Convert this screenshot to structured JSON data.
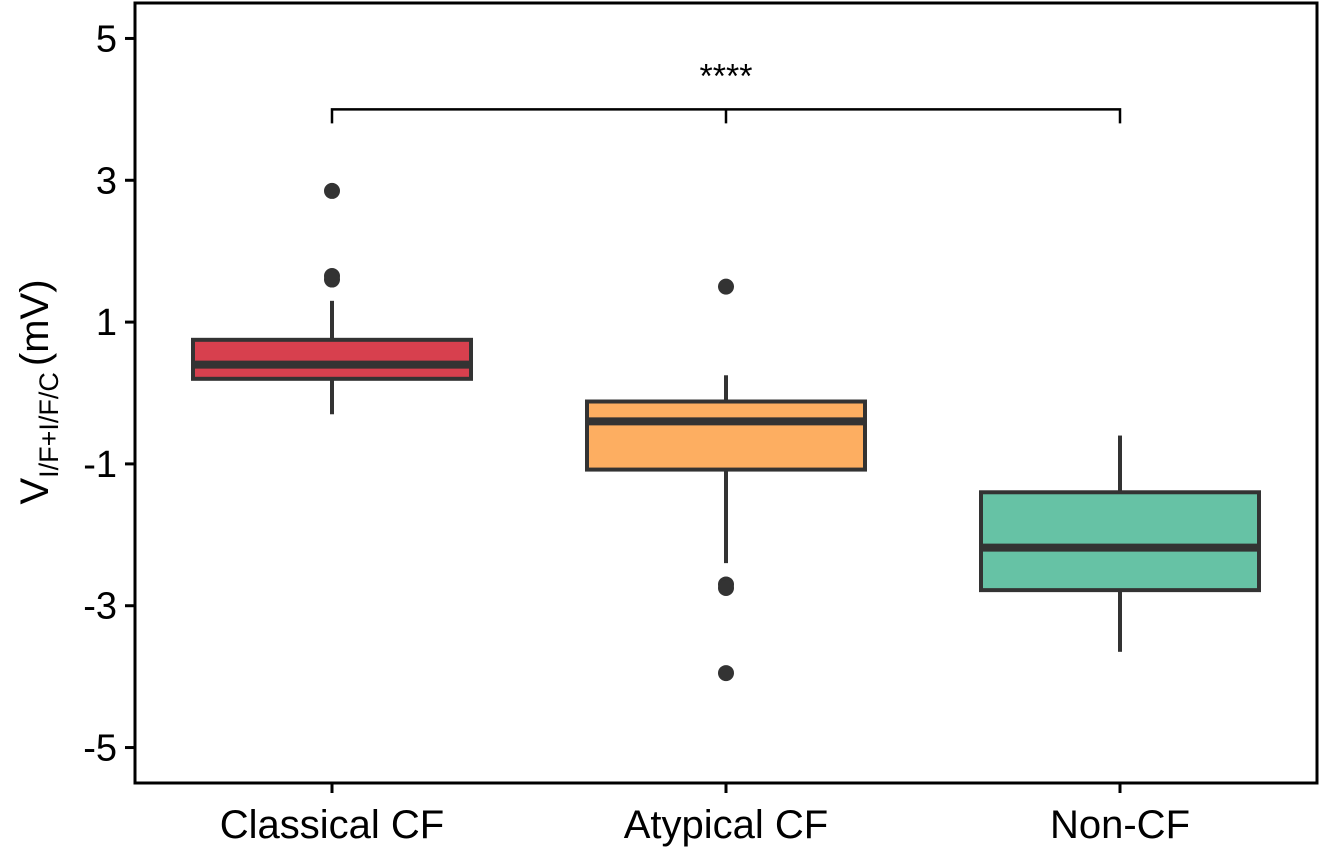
{
  "chart_data": {
    "type": "boxplot",
    "title": "",
    "xlabel": "",
    "ylabel": {
      "main": "V",
      "subscript": "I/F+I/F/C",
      "unit": "(mV)"
    },
    "ylim": [
      -5.5,
      5.5
    ],
    "yticks": [
      "5",
      "3",
      "1",
      "-1",
      "-3",
      "-5"
    ],
    "categories": [
      "Classical CF",
      "Atypical CF",
      "Non-CF"
    ],
    "boxes": [
      {
        "name": "Classical CF",
        "color": "#d7404e",
        "q1": 0.2,
        "median": 0.4,
        "q3": 0.75,
        "whisker_low": -0.3,
        "whisker_high": 1.3,
        "outliers": [
          2.85,
          1.65,
          1.6
        ]
      },
      {
        "name": "Atypical CF",
        "color": "#fdae61",
        "q1": -1.08,
        "median": -0.4,
        "q3": -0.12,
        "whisker_low": -2.4,
        "whisker_high": 0.25,
        "outliers": [
          1.5,
          -2.7,
          -2.75,
          -3.95
        ]
      },
      {
        "name": "Non-CF",
        "color": "#66c2a5",
        "q1": -2.78,
        "median": -2.18,
        "q3": -1.4,
        "whisker_low": -3.65,
        "whisker_high": -0.6,
        "outliers": []
      }
    ],
    "significance": {
      "label": "****",
      "from": "Classical CF",
      "to": "Non-CF",
      "y": 4.0
    },
    "grid": false,
    "legend": "none"
  }
}
